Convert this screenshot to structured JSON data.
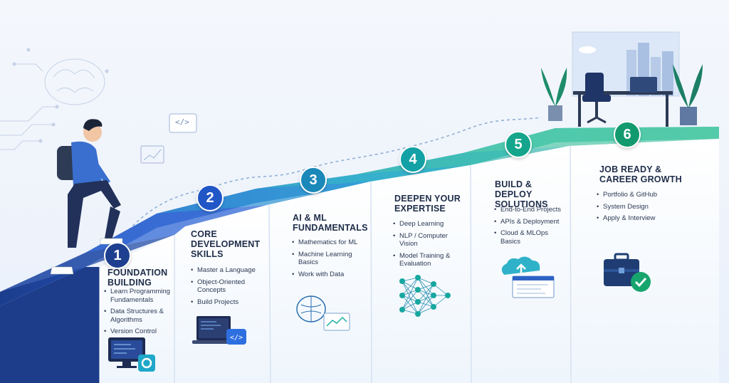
{
  "steps": [
    {
      "number": "1",
      "title": "Foundation Building",
      "items": [
        "Learn Programming Fundamentals",
        "Data Structures & Algorithms",
        "Version Control"
      ],
      "icon": "monitor-gear-icon",
      "color": "#1e3f8f"
    },
    {
      "number": "2",
      "title": "Core Development Skills",
      "items": [
        "Master a Language",
        "Object-Oriented Concepts",
        "Build Projects"
      ],
      "icon": "laptop-code-icon",
      "color": "#2156c7"
    },
    {
      "number": "3",
      "title": "AI & ML Fundamentals",
      "items": [
        "Mathematics for ML",
        "Machine Learning Basics",
        "Work with Data"
      ],
      "icon": "brain-chart-icon",
      "color": "#1a88b8"
    },
    {
      "number": "4",
      "title": "Deepen Your Expertise",
      "items": [
        "Deep Learning",
        "NLP / Computer Vision",
        "Model Training & Evaluation"
      ],
      "icon": "neural-network-icon",
      "color": "#13a1a6"
    },
    {
      "number": "5",
      "title": "Build & Deploy Solutions",
      "items": [
        "End-to-End Projects",
        "APIs & Deployment",
        "Cloud & MLOps Basics"
      ],
      "icon": "cloud-deploy-icon",
      "color": "#14a58c"
    },
    {
      "number": "6",
      "title": "Job Ready & Career Growth",
      "items": [
        "Portfolio & GitHub",
        "System Design",
        "Apply & Interview"
      ],
      "icon": "briefcase-check-icon",
      "color": "#129a6e"
    }
  ],
  "decor": {
    "code_tag": "</>"
  }
}
